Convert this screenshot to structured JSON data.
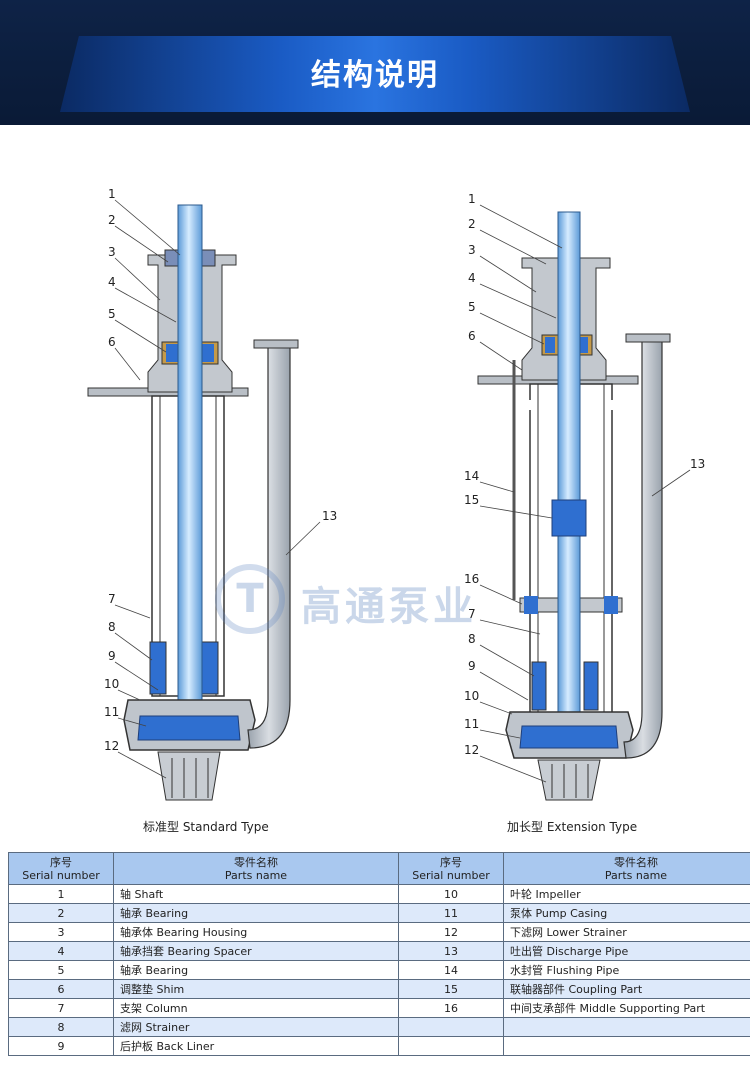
{
  "header": {
    "title": "结构说明"
  },
  "watermark": {
    "logo_letter": "T",
    "text": "高通泵业"
  },
  "diagrams": {
    "standard": {
      "caption": "标准型 Standard Type",
      "labels": [
        "1",
        "2",
        "3",
        "4",
        "5",
        "6",
        "7",
        "8",
        "9",
        "10",
        "11",
        "12",
        "13"
      ]
    },
    "extension": {
      "caption": "加长型 Extension Type",
      "labels": [
        "1",
        "2",
        "3",
        "4",
        "5",
        "6",
        "14",
        "15",
        "16",
        "7",
        "8",
        "9",
        "10",
        "11",
        "12",
        "13"
      ]
    }
  },
  "parts_table": {
    "headers": {
      "serial_cn": "序号",
      "serial_en": "Serial number",
      "name_cn": "零件名称",
      "name_en": "Parts name"
    },
    "left": [
      {
        "no": "1",
        "name": "轴  Shaft"
      },
      {
        "no": "2",
        "name": "轴承  Bearing"
      },
      {
        "no": "3",
        "name": "轴承体  Bearing Housing"
      },
      {
        "no": "4",
        "name": "轴承挡套  Bearing Spacer"
      },
      {
        "no": "5",
        "name": "轴承  Bearing"
      },
      {
        "no": "6",
        "name": "调整垫  Shim"
      },
      {
        "no": "7",
        "name": "支架  Column"
      },
      {
        "no": "8",
        "name": "滤网  Strainer"
      },
      {
        "no": "9",
        "name": "后护板  Back Liner"
      }
    ],
    "right": [
      {
        "no": "10",
        "name": "叶轮  Impeller"
      },
      {
        "no": "11",
        "name": "泵体  Pump Casing"
      },
      {
        "no": "12",
        "name": "下滤网  Lower Strainer"
      },
      {
        "no": "13",
        "name": "吐出管  Discharge Pipe"
      },
      {
        "no": "14",
        "name": "水封管  Flushing Pipe"
      },
      {
        "no": "15",
        "name": "联轴器部件  Coupling Part"
      },
      {
        "no": "16",
        "name": "中间支承部件  Middle Supporting Part"
      },
      {
        "no": "",
        "name": ""
      },
      {
        "no": "",
        "name": ""
      }
    ]
  }
}
